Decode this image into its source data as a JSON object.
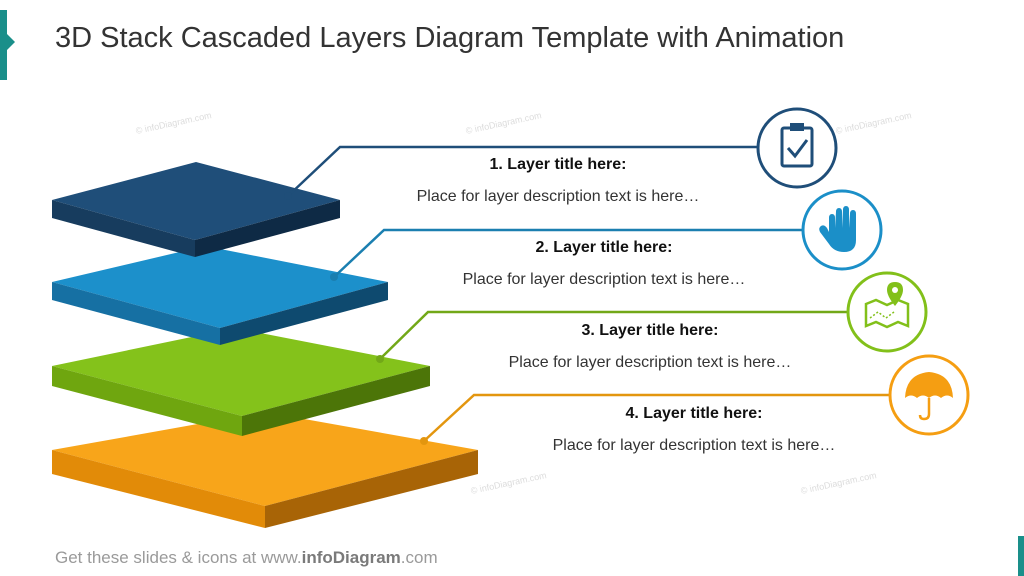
{
  "title": "3D Stack Cascaded Layers Diagram Template with Animation",
  "layers": [
    {
      "title": "1. Layer title here:",
      "description": "Place for layer description text is here…",
      "color": "#1f4e79",
      "icon": "clipboard-check-icon"
    },
    {
      "title": "2. Layer title here:",
      "description": "Place for layer description text is here…",
      "color": "#1b8fc8",
      "icon": "hand-icon"
    },
    {
      "title": "3. Layer title here:",
      "description": "Place for layer description text is here…",
      "color": "#82c01a",
      "icon": "map-pin-icon"
    },
    {
      "title": "4. Layer title here:",
      "description": "Place for layer description text is here…",
      "color": "#f59e12",
      "icon": "umbrella-icon"
    }
  ],
  "footer": {
    "prefix": "Get these slides  &  icons  at www.",
    "brand": "infoDiagram",
    "suffix": ".com"
  },
  "watermark": "© infoDiagram.com"
}
